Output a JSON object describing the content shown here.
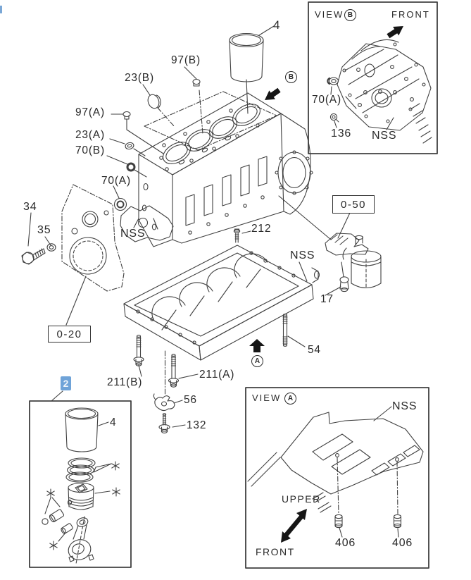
{
  "meta": {
    "description": "Engine cylinder block exploded parts diagram"
  },
  "colors": {
    "line": "#404040",
    "text": "#2a2a2a",
    "highlight": "#6fa3d8",
    "background": "#ffffff"
  },
  "icons": {
    "direction_arrow": "filled-black-arrow",
    "double_direction_arrow": "filled-black-double-arrow",
    "asterisk_mark": "six-spoke-asterisk",
    "view_marker": "circled-letter"
  },
  "main_view": {
    "liner_callout": "4",
    "c97b": "97(B)",
    "c23b": "23(B)",
    "c97a": "97(A)",
    "c23a": "23(A)",
    "c70b": "70(B)",
    "c70a": "70(A)",
    "c34": "34",
    "c35": "35",
    "nss_front_plate": "NSS",
    "ref_020": "0-20",
    "c212": "212",
    "nss_crankcase": "NSS",
    "ref_050": "0-50",
    "c17": "17",
    "c54": "54",
    "c211a": "211(A)",
    "c211b": "211(B)",
    "c56": "56",
    "c132": "132",
    "marker_a": "A",
    "marker_b": "B"
  },
  "view_b_inset": {
    "view_label": "VIEW",
    "marker": "B",
    "front_label": "FRONT",
    "c70a": "70(A)",
    "c136": "136",
    "nss": "NSS"
  },
  "view_a_inset": {
    "view_label": "VIEW",
    "marker": "A",
    "nss": "NSS",
    "upper_label": "UPPER",
    "front_label": "FRONT",
    "c406_left": "406",
    "c406_right": "406"
  },
  "piston_inset": {
    "selected_callout": "2",
    "liner_callout": "4"
  }
}
